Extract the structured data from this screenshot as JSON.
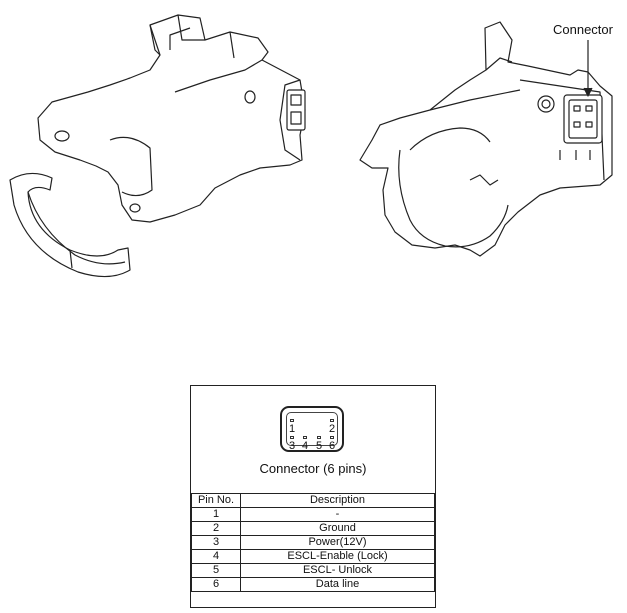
{
  "callout": {
    "label": "Connector"
  },
  "connector": {
    "caption": "Connector (6 pins)",
    "pins": [
      "1",
      "2",
      "3",
      "4",
      "5",
      "6"
    ]
  },
  "pin_table": {
    "headers": [
      "Pin No.",
      "Description"
    ],
    "rows": [
      {
        "pin": "1",
        "description": "-"
      },
      {
        "pin": "2",
        "description": "Ground"
      },
      {
        "pin": "3",
        "description": "Power(12V)"
      },
      {
        "pin": "4",
        "description": "ESCL-Enable (Lock)"
      },
      {
        "pin": "5",
        "description": "ESCL- Unlock"
      },
      {
        "pin": "6",
        "description": "Data line"
      }
    ]
  }
}
